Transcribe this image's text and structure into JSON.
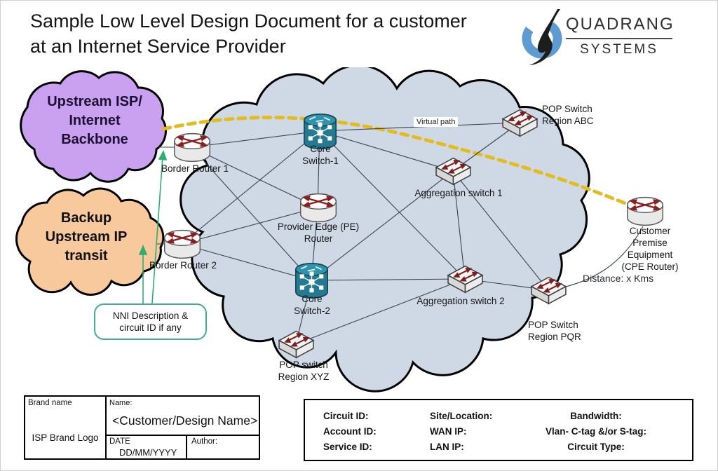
{
  "header": {
    "title": "Sample Low Level Design Document for a customer\nat an Internet Service Provider",
    "logo_name": "QUADRANG",
    "logo_sub": "SYSTEMS"
  },
  "clouds": {
    "upstream_label": "Upstream ISP/\nInternet\nBackbone",
    "backup_label": "Backup\nUpstream IP\ntransit",
    "upstream_fill": "#c9a1f0",
    "backup_fill": "#f7c99d",
    "core_fill": "#cfd9e5"
  },
  "nodes": {
    "border_router_1": "Border Router 1",
    "border_router_2": "Border Router 2",
    "core_switch_1": "Core\nSwitch-1",
    "pe_router": "Provider Edge (PE)\nRouter",
    "core_switch_2": "Core\nSwitch-2",
    "agg_switch_1": "Aggregation switch 1",
    "agg_switch_2": "Aggregation switch 2",
    "pop_switch_abc": "POP Switch\nRegion ABC",
    "pop_switch_pqr": "POP Switch\nRegion PQR",
    "pop_switch_xyz": "POP switch\nRegion XYZ",
    "cpe_router": "Customer Premise\nEquipment\n(CPE Router)"
  },
  "annotations": {
    "virtual_path": "Virtual path",
    "distance": "Distance: x Kms",
    "nni_note": "NNI Description &\ncircuit ID if any"
  },
  "title_block": {
    "brand_label": "Brand name",
    "brand_value": "ISP Brand Logo",
    "name_label": "Name:",
    "name_value": "<Customer/Design Name>",
    "date_label": "DATE",
    "date_value": "DD/MM/YYYY",
    "author_label": "Author:"
  },
  "circuit_block": {
    "col1": [
      "Circuit ID:",
      "Account ID:",
      "Service ID:"
    ],
    "col2": [
      "Site/Location:",
      "WAN IP:",
      "LAN IP:"
    ],
    "col3": [
      "Bandwidth:",
      "Vlan- C-tag &/or S-tag:",
      "Circuit Type:"
    ]
  },
  "colors": {
    "virtual_path": "#e3bc23",
    "nni_border": "#3fae91",
    "arrow_green": "#2fae74",
    "router_arrow_red": "#8a1f1f",
    "core_switch_teal": "#257a91",
    "logo_blue": "#5f9bd3"
  }
}
